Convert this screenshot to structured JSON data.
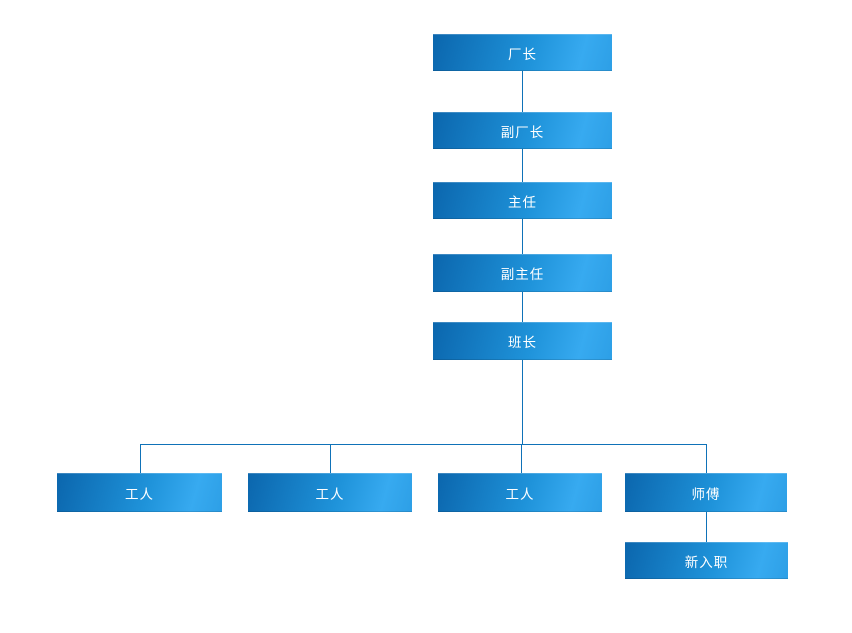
{
  "diagram": {
    "type": "org-chart",
    "colors": {
      "box_gradient_dark": "#0b66ad",
      "box_gradient_light": "#37aaf0",
      "connector_line": "#0f72b8",
      "text": "#ffffff",
      "background": "#ffffff"
    },
    "nodes": [
      {
        "id": "factory-director",
        "label": "厂长"
      },
      {
        "id": "deputy-factory-director",
        "label": "副厂长"
      },
      {
        "id": "director",
        "label": "主任"
      },
      {
        "id": "deputy-director",
        "label": "副主任"
      },
      {
        "id": "team-leader",
        "label": "班长"
      },
      {
        "id": "worker-1",
        "label": "工人"
      },
      {
        "id": "worker-2",
        "label": "工人"
      },
      {
        "id": "worker-3",
        "label": "工人"
      },
      {
        "id": "master",
        "label": "师傅"
      },
      {
        "id": "new-hire",
        "label": "新入职"
      }
    ],
    "edges": [
      {
        "from": "factory-director",
        "to": "deputy-factory-director"
      },
      {
        "from": "deputy-factory-director",
        "to": "director"
      },
      {
        "from": "director",
        "to": "deputy-director"
      },
      {
        "from": "deputy-director",
        "to": "team-leader"
      },
      {
        "from": "team-leader",
        "to": "worker-1"
      },
      {
        "from": "team-leader",
        "to": "worker-2"
      },
      {
        "from": "team-leader",
        "to": "worker-3"
      },
      {
        "from": "team-leader",
        "to": "master"
      },
      {
        "from": "master",
        "to": "new-hire"
      }
    ]
  }
}
